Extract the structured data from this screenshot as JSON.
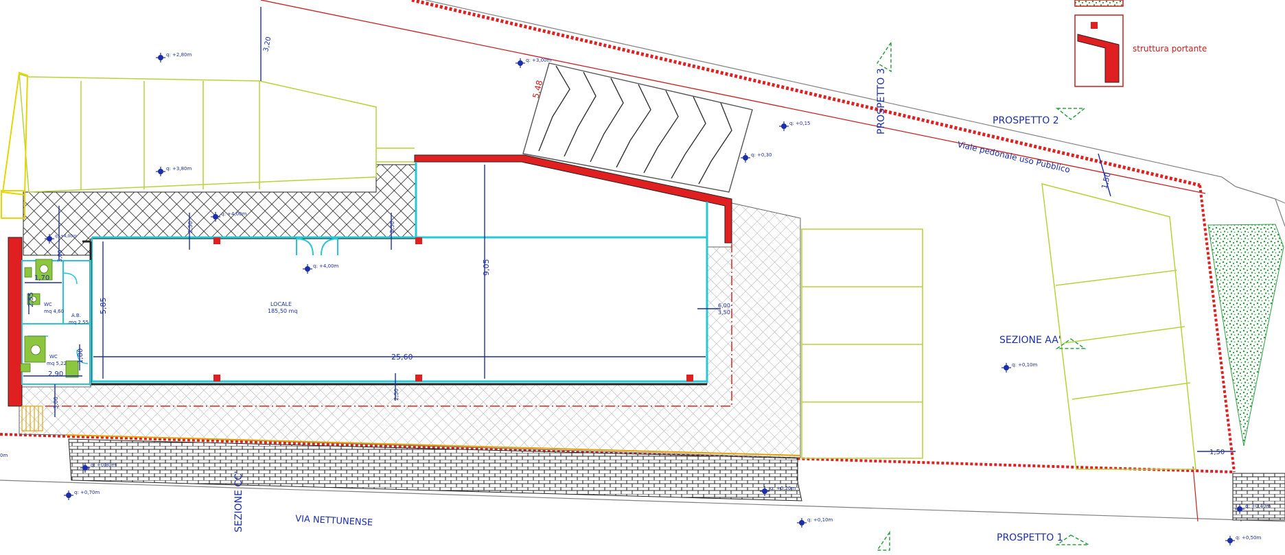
{
  "legend": {
    "struttura_portante": "struttura portante"
  },
  "labels": {
    "prospetto_1": "PROSPETTO 1",
    "prospetto_2": "PROSPETTO 2",
    "prospetto_3": "PROSPETTO 3",
    "sezione_aa": "SEZIONE AA'",
    "sezione_cc": "SEZIONE CC'",
    "via_nettunense": "VIA NETTUNENSE",
    "viale_pedonale": "Viale pedonale uso Pubblico"
  },
  "rooms": {
    "locale_name": "LOCALE",
    "locale_area": "185,50 mq",
    "wc1_name": "WC",
    "wc1_area": "mq 4,60",
    "ab_name": "A.B.",
    "ab_area": "mq 2,55",
    "wc2_name": "WC",
    "wc2_area": "mq 5,22"
  },
  "dimensions": {
    "d_2560": "25,60",
    "d_905": "9,05",
    "d_585": "5,85",
    "d_548": "5,48",
    "d_320": "3,20",
    "d_150_a": "1,50",
    "d_150_b": "1,50",
    "d_600": "6,00",
    "d_350": "3,50",
    "d_255": "2,55",
    "d_170": "1,70",
    "d_290": "2,90",
    "d_180": "1,80",
    "d_250_a": "2,50",
    "d_250_b": "2,50",
    "d_250_c": "2,50",
    "d_300_a": "3,00",
    "d_300_b": "3,00"
  },
  "levels": {
    "q_280": "q: +2,80m",
    "q_380": "q: +3,80m",
    "q_400_a": "q: +4,00m",
    "q_400_b": "q: +4,00m",
    "q_400_c": "q: +4,00m",
    "q_300": "q: +3,00m",
    "q_015": "q: +0,15",
    "q_030": "q: +0,30",
    "q_010_a": "q: +0,10m",
    "q_010_b": "q: +0,10m",
    "q_080": "q: +0,80m",
    "q_070": "q: +0,70m",
    "q_020": "q: +0,20m",
    "q_040": "q: +0,40m",
    "q_050": "q: +0,50m",
    "q_edge": "0m"
  },
  "colors": {
    "structure": "#e02020",
    "boundary": "#e02020",
    "dimension": "#1c2fa8",
    "lime": "#b6d33a",
    "cyan": "#27c7d6",
    "hatch": "#222222",
    "greenery": "#2ea043"
  }
}
